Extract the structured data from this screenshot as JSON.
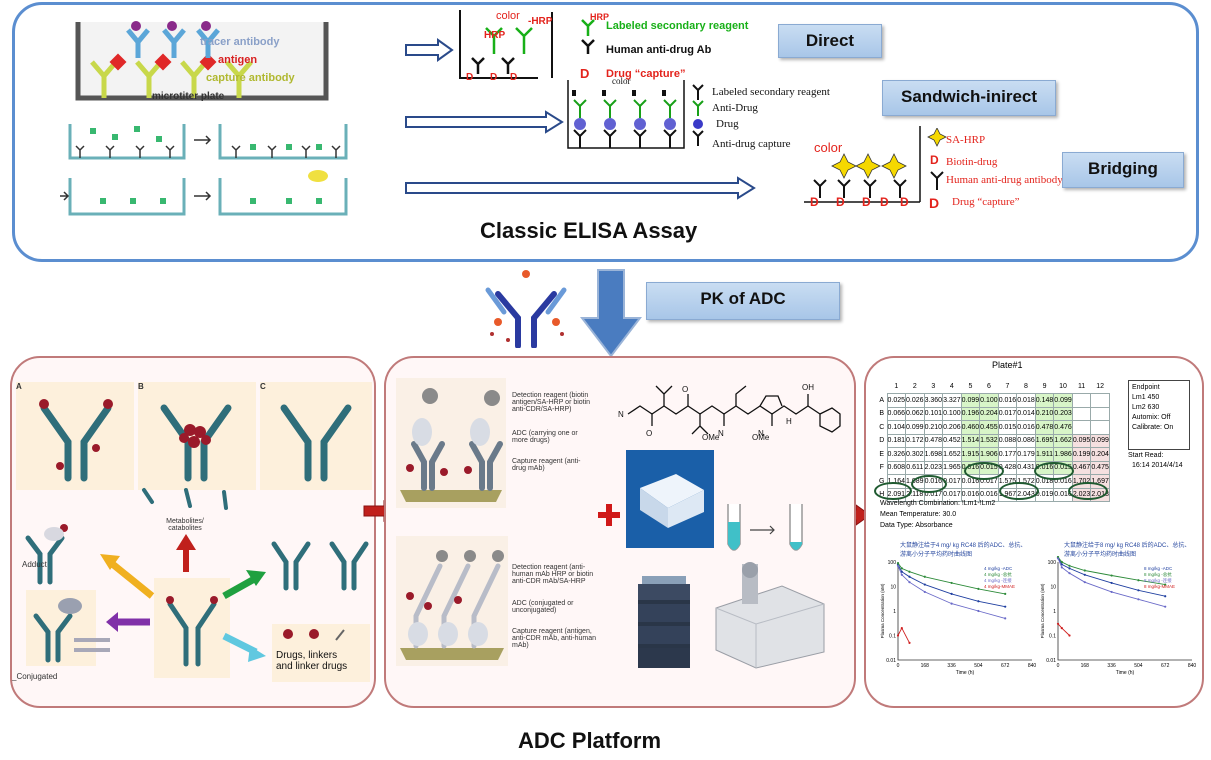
{
  "titles": {
    "elisa": "Classic ELISA Assay",
    "adc_platform": "ADC Platform"
  },
  "tags": {
    "direct": "Direct",
    "sandwich": "Sandwich-inirect",
    "bridging": "Bridging",
    "pk": "PK of ADC"
  },
  "microplate": {
    "tracer": "tracer antibody",
    "antigen": "antigen",
    "capture": "capture antibody",
    "plate": "microtiter plate"
  },
  "direct_diagram": {
    "color": "color",
    "hrp_small": "HRP",
    "hrp_top": "-HRP",
    "legend": [
      "HRP",
      "Labeled secondary reagent",
      "Human anti-drug Ab",
      "Drug “capture”"
    ]
  },
  "sandwich_diagram": {
    "color": "color",
    "legend": [
      "Labeled secondary reagent",
      "Anti-Drug",
      "Drug",
      "Anti-drug capture"
    ]
  },
  "bridging_diagram": {
    "color": "color",
    "legend": [
      "SA-HRP",
      "Biotin-drug",
      "Human anti-drug antibody",
      "Drug “capture”"
    ]
  },
  "left_panel": {
    "panels": [
      "A",
      "B",
      "C"
    ],
    "adduct": "Adduct",
    "metabolites": "Metabolites/ catabolites",
    "conjugated": "_Conjugated",
    "drugs": "Drugs, linkers and linker drugs"
  },
  "mid_panel": {
    "top_labels": [
      "Detection reagent (biotin antigen/SA-HRP or biotin anti-CDR/SA-HRP)",
      "ADC (carrying one or more drugs)",
      "Capture reagent (anti-drug mAb)"
    ],
    "bottom_labels": [
      "Detection reagent (anti-human mAb HRP or biotin anti-CDR mAb/SA-HRP",
      "ADC (conjugated or unconjugated)",
      "Capture reagent (antigen, anti-CDR mAb, anti-human mAb)"
    ],
    "chem": {
      "n": "N",
      "h": "H",
      "o": "O",
      "oh": "OH",
      "ome": "OMe"
    }
  },
  "plate": {
    "title": "Plate#1",
    "columns": [
      "1",
      "2",
      "3",
      "4",
      "5",
      "6",
      "7",
      "8",
      "9",
      "10",
      "11",
      "12"
    ],
    "rows": [
      {
        "label": "A",
        "cells": [
          "0.025",
          "0.026",
          "3.360",
          "3.327",
          "0.099",
          "0.100",
          "0.016",
          "0.018",
          "0.148",
          "0.099",
          "",
          ""
        ]
      },
      {
        "label": "B",
        "cells": [
          "0.066",
          "0.062",
          "0.101",
          "0.100",
          "0.196",
          "0.204",
          "0.017",
          "0.014",
          "0.210",
          "0.203",
          "",
          ""
        ]
      },
      {
        "label": "C",
        "cells": [
          "0.104",
          "0.099",
          "0.210",
          "0.206",
          "0.460",
          "0.455",
          "0.015",
          "0.016",
          "0.478",
          "0.476",
          "",
          ""
        ]
      },
      {
        "label": "D",
        "cells": [
          "0.181",
          "0.172",
          "0.478",
          "0.452",
          "1.514",
          "1.532",
          "0.088",
          "0.086",
          "1.695",
          "1.662",
          "0.095",
          "0.099"
        ]
      },
      {
        "label": "E",
        "cells": [
          "0.326",
          "0.302",
          "1.698",
          "1.652",
          "1.915",
          "1.906",
          "0.177",
          "0.179",
          "1.911",
          "1.986",
          "0.199",
          "0.204"
        ]
      },
      {
        "label": "F",
        "cells": [
          "0.608",
          "0.611",
          "2.023",
          "1.965",
          "0.016",
          "0.015",
          "0.428",
          "0.431",
          "0.016",
          "0.015",
          "0.467",
          "0.475"
        ]
      },
      {
        "label": "G",
        "cells": [
          "1.164",
          "1.089",
          "0.016",
          "0.017",
          "0.016",
          "0.017",
          "1.575",
          "1.572",
          "0.018",
          "0.016",
          "1.702",
          "1.697"
        ]
      },
      {
        "label": "H",
        "cells": [
          "2.091",
          "2.118",
          "0.017",
          "0.017",
          "0.016",
          "0.016",
          "1.967",
          "2.043",
          "0.019",
          "0.016",
          "2.023",
          "2.018"
        ]
      }
    ],
    "endpoint": [
      "Endpoint",
      "Lm1  450",
      "Lm2  630",
      "Automix: Off",
      "Calibrate: On",
      "Start Read:",
      "16:14  2014/4/14"
    ],
    "footer": [
      "Wavelength Combination: !Lm1-!Lm2",
      "Mean Temperature: 30.0",
      "Data Type: Absorbance"
    ]
  },
  "charts": {
    "left_title": "大鼠静注给于4 mg/ kg RC48 后的ADC、总抗、游离小分子平均药时曲线图",
    "right_title": "大鼠静注给于8 mg/ kg RC48 后的ADC、总抗、游离小分子平均药时曲线图",
    "left_legend": [
      "4 mg/kg -ADC",
      "4 mg/kg -总抗",
      "4 mg/kg -连接",
      "4 mg/kg-MMAE"
    ],
    "right_legend": [
      "8 mg/kg -ADC",
      "8 mg/kg -总抗",
      "8 mg/kg -连接",
      "8 mg/kg-MMAE"
    ],
    "ylabel": "Plasma Concentration (nM)",
    "xlabel": "Time (h)",
    "yticks": [
      "100",
      "10",
      "1",
      "0.1",
      "0.01"
    ],
    "xticks": [
      "0",
      "168",
      "336",
      "504",
      "672",
      "840"
    ]
  },
  "chart_data": [
    {
      "type": "line",
      "title": "大鼠静注给于4 mg/ kg RC48 后的ADC、总抗、游离小分子平均药时曲线图",
      "xlabel": "Time (h)",
      "ylabel": "Plasma Concentration (nM)",
      "xlim": [
        0,
        840
      ],
      "ylim": [
        0.01,
        100
      ],
      "yscale": "log",
      "x": [
        0,
        24,
        72,
        168,
        336,
        504,
        672
      ],
      "series": [
        {
          "name": "4 mg/kg -ADC",
          "values": [
            80,
            40,
            25,
            12,
            5,
            2.5,
            1.5
          ]
        },
        {
          "name": "4 mg/kg -总抗",
          "values": [
            90,
            55,
            40,
            25,
            14,
            8,
            5
          ]
        },
        {
          "name": "4 mg/kg -连接",
          "values": [
            70,
            30,
            15,
            6,
            2,
            1,
            0.5
          ]
        },
        {
          "name": "4 mg/kg-MMAE",
          "values": [
            0.1,
            0.2,
            0.05,
            null,
            null,
            null,
            null
          ]
        }
      ]
    },
    {
      "type": "line",
      "title": "大鼠静注给于8 mg/ kg RC48 后的ADC、总抗、游离小分子平均药时曲线图",
      "xlabel": "Time (h)",
      "ylabel": "Plasma Concentration (nM)",
      "xlim": [
        0,
        840
      ],
      "ylim": [
        0.01,
        100
      ],
      "yscale": "log",
      "x": [
        0,
        24,
        72,
        168,
        336,
        504,
        672
      ],
      "series": [
        {
          "name": "8 mg/kg -ADC",
          "values": [
            150,
            80,
            55,
            30,
            14,
            7,
            4
          ]
        },
        {
          "name": "8 mg/kg -总抗",
          "values": [
            160,
            100,
            70,
            45,
            28,
            18,
            12
          ]
        },
        {
          "name": "8 mg/kg -连接",
          "values": [
            140,
            60,
            35,
            15,
            6,
            3,
            1.5
          ]
        },
        {
          "name": "8 mg/kg-MMAE",
          "values": [
            0.3,
            0.2,
            0.1,
            null,
            null,
            null,
            null
          ]
        }
      ]
    }
  ],
  "colors": {
    "top_border": "#5b8ed0",
    "panel_border": "#c07a7a",
    "big_arrow": "#4a7cc0",
    "red_arrow": "#c0201c",
    "series": [
      "#1f3fa0",
      "#2e8b3a",
      "#6a6ac8",
      "#d02020"
    ]
  }
}
